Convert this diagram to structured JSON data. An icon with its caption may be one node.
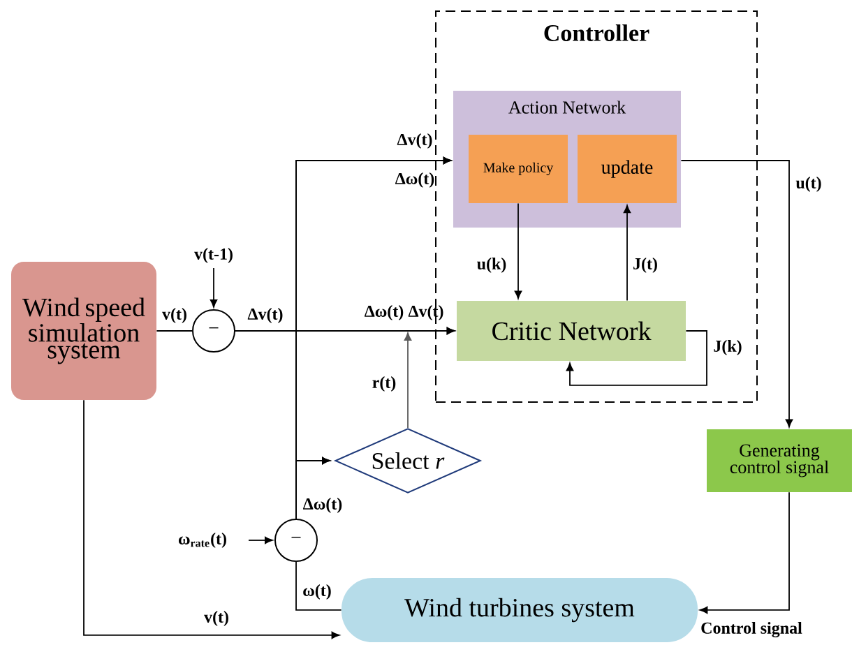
{
  "diagram": {
    "nodes": [
      {
        "text": [
          "Controller"
        ]
      },
      {
        "text": [
          "Action Network"
        ],
        "in": 0
      },
      {
        "text": [
          "Make policy"
        ],
        "in": 1
      },
      {
        "text": [
          "update"
        ],
        "in": 1
      },
      {
        "text": [
          "Critic Network"
        ],
        "in": 0
      },
      {
        "text": [
          "Wind speed simulation system"
        ]
      },
      {
        "text": [
          "−"
        ]
      },
      {
        "text": [
          "Select *r*"
        ]
      },
      {
        "text": [
          "Generating control signal"
        ]
      },
      {
        "text": [
          "−"
        ]
      },
      {
        "text": [
          "Wind turbines system"
        ]
      }
    ],
    "edges": [
      {
        "from": 5,
        "to": 6,
        "arrow": "none",
        "label": "v(t)"
      },
      {
        "from": null,
        "to": 6,
        "arrow": "to",
        "label": "v(t-1)"
      },
      {
        "from": 6,
        "to": 4,
        "arrow": "to",
        "label": "Δv(t)"
      },
      {
        "from": 6,
        "to": 1,
        "arrow": "to"
      },
      {
        "from": 6,
        "to": 7,
        "arrow": "to"
      },
      {
        "from": null,
        "to": 9,
        "arrow": "to",
        "label": "ω$_{rate}$(t)"
      },
      {
        "from": 9,
        "to": 1,
        "arrow": "to"
      },
      {
        "from": 9,
        "to": 4,
        "arrow": "to"
      },
      {
        "from": 9,
        "to": 7,
        "arrow": "to",
        "label": "Δω(t)"
      },
      {
        "from": 10,
        "to": 9,
        "arrow": "none",
        "label": "ω(t)"
      },
      {
        "from": 5,
        "to": 10,
        "arrow": "to",
        "label": "v(t)"
      },
      {
        "from": 7,
        "to": 4,
        "arrow": "to",
        "label": "r(t)",
        "color": "#5a5a5a"
      },
      {
        "from": 2,
        "to": 4,
        "arrow": "to",
        "label": "u(k)"
      },
      {
        "from": 4,
        "to": 3,
        "arrow": "to",
        "label": "J(t)"
      },
      {
        "from": 4,
        "to": 4,
        "arrow": "to",
        "label": "J(k)"
      },
      {
        "from": 1,
        "to": 8,
        "arrow": "to",
        "label": "u(t)"
      },
      {
        "from": 8,
        "to": 10,
        "arrow": "to",
        "label": "Control signal"
      }
    ],
    "labels": [
      "Δv(t)",
      "Δω(t)",
      "Δω(t)",
      "Δv(t)"
    ]
  }
}
